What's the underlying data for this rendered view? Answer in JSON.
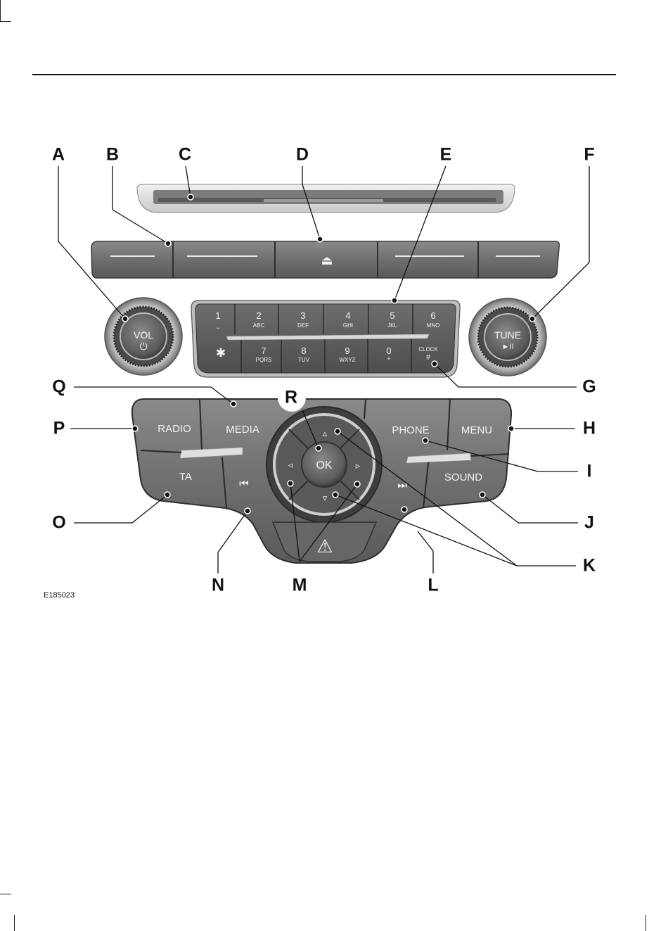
{
  "figure_code": "E185023",
  "callouts": [
    "A",
    "B",
    "C",
    "D",
    "E",
    "F",
    "G",
    "H",
    "I",
    "J",
    "K",
    "L",
    "M",
    "N",
    "O",
    "P",
    "Q",
    "R"
  ],
  "knobs": {
    "volume": {
      "line1": "VOL",
      "line2": "⏻"
    },
    "tune": {
      "line1": "TUNE",
      "line2": "►II"
    }
  },
  "keypad": {
    "top_row": [
      {
        "digit": "1",
        "letters": "⎵"
      },
      {
        "digit": "2",
        "letters": "ABC"
      },
      {
        "digit": "3",
        "letters": "DEF"
      },
      {
        "digit": "4",
        "letters": "GHI"
      },
      {
        "digit": "5",
        "letters": "JKL"
      },
      {
        "digit": "6",
        "letters": "MNO"
      }
    ],
    "bottom_row": [
      {
        "digit": "✱",
        "letters": ""
      },
      {
        "digit": "7",
        "letters": "PQRS"
      },
      {
        "digit": "8",
        "letters": "TUV"
      },
      {
        "digit": "9",
        "letters": "WXYZ"
      },
      {
        "digit": "0",
        "letters": "+"
      },
      {
        "digit": "#",
        "letters": "CLOCK"
      }
    ]
  },
  "eject_symbol": "⏏",
  "buttons": {
    "radio": "RADIO",
    "media": "MEDIA",
    "phone": "PHONE",
    "menu": "MENU",
    "ta": "TA",
    "sound": "SOUND",
    "ok": "OK",
    "seek_back": "⏮",
    "seek_forward": "⏭",
    "hazard": "⚠"
  },
  "nav_arrows": {
    "up": "▵",
    "down": "▿",
    "left": "◃",
    "right": "▹"
  }
}
